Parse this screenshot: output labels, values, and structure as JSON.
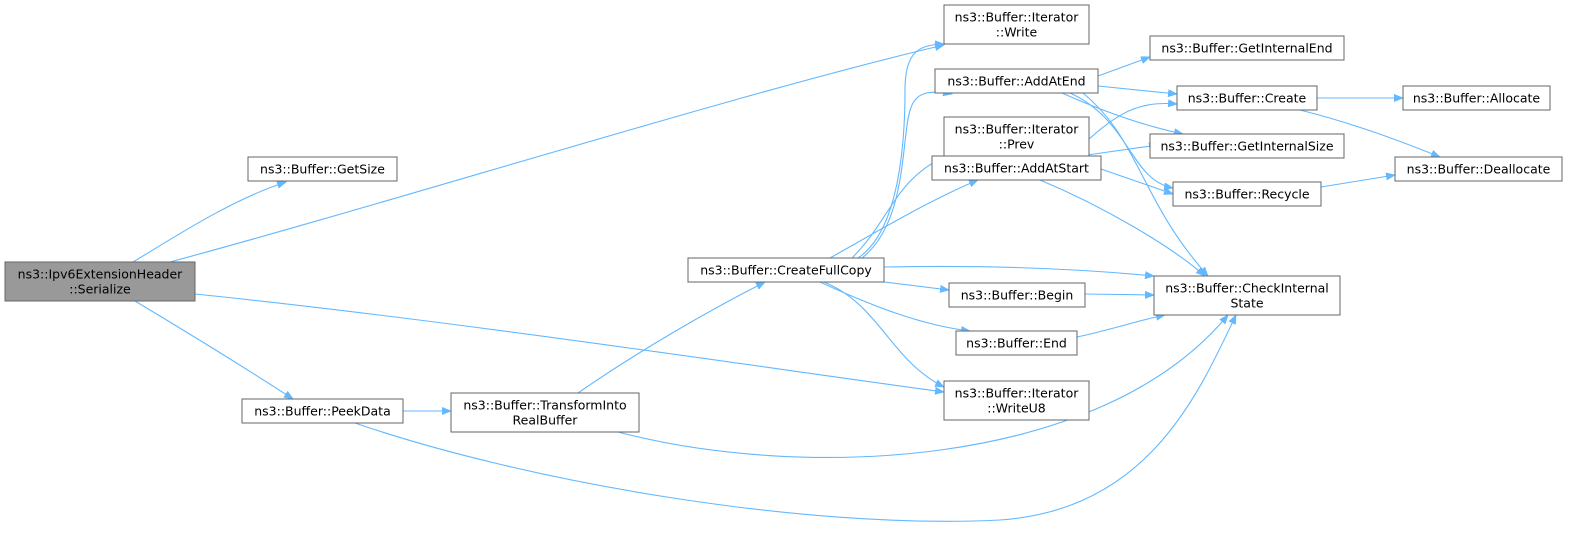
{
  "graph": {
    "edge_color": "#63b8ff",
    "node_border": "#666666",
    "root_fill": "#999999",
    "nodes": [
      {
        "id": "serialize",
        "lines": [
          "ns3::Ipv6ExtensionHeader",
          "::Serialize"
        ],
        "root": true
      },
      {
        "id": "getsize",
        "lines": [
          "ns3::Buffer::GetSize"
        ]
      },
      {
        "id": "peekdata",
        "lines": [
          "ns3::Buffer::PeekData"
        ]
      },
      {
        "id": "transform",
        "lines": [
          "ns3::Buffer::TransformInto",
          "RealBuffer"
        ]
      },
      {
        "id": "createfullcopy",
        "lines": [
          "ns3::Buffer::CreateFullCopy"
        ]
      },
      {
        "id": "iterwrite",
        "lines": [
          "ns3::Buffer::Iterator",
          "::Write"
        ]
      },
      {
        "id": "addatend",
        "lines": [
          "ns3::Buffer::AddAtEnd"
        ]
      },
      {
        "id": "iterprev",
        "lines": [
          "ns3::Buffer::Iterator",
          "::Prev"
        ]
      },
      {
        "id": "addatstart",
        "lines": [
          "ns3::Buffer::AddAtStart"
        ]
      },
      {
        "id": "begin",
        "lines": [
          "ns3::Buffer::Begin"
        ]
      },
      {
        "id": "end",
        "lines": [
          "ns3::Buffer::End"
        ]
      },
      {
        "id": "iterwriteu8",
        "lines": [
          "ns3::Buffer::Iterator",
          "::WriteU8"
        ]
      },
      {
        "id": "getinternalend",
        "lines": [
          "ns3::Buffer::GetInternalEnd"
        ]
      },
      {
        "id": "create",
        "lines": [
          "ns3::Buffer::Create"
        ]
      },
      {
        "id": "getinternalsize",
        "lines": [
          "ns3::Buffer::GetInternalSize"
        ]
      },
      {
        "id": "recycle",
        "lines": [
          "ns3::Buffer::Recycle"
        ]
      },
      {
        "id": "checkinternal",
        "lines": [
          "ns3::Buffer::CheckInternal",
          "State"
        ]
      },
      {
        "id": "allocate",
        "lines": [
          "ns3::Buffer::Allocate"
        ]
      },
      {
        "id": "deallocate",
        "lines": [
          "ns3::Buffer::Deallocate"
        ]
      }
    ],
    "edges": [
      {
        "from": "serialize",
        "to": "getsize"
      },
      {
        "from": "serialize",
        "to": "iterwrite"
      },
      {
        "from": "serialize",
        "to": "peekdata"
      },
      {
        "from": "serialize",
        "to": "iterwriteu8"
      },
      {
        "from": "peekdata",
        "to": "transform"
      },
      {
        "from": "peekdata",
        "to": "checkinternal"
      },
      {
        "from": "transform",
        "to": "createfullcopy"
      },
      {
        "from": "transform",
        "to": "checkinternal"
      },
      {
        "from": "createfullcopy",
        "to": "iterwrite"
      },
      {
        "from": "createfullcopy",
        "to": "addatend"
      },
      {
        "from": "createfullcopy",
        "to": "iterprev"
      },
      {
        "from": "createfullcopy",
        "to": "addatstart"
      },
      {
        "from": "createfullcopy",
        "to": "begin"
      },
      {
        "from": "createfullcopy",
        "to": "end"
      },
      {
        "from": "createfullcopy",
        "to": "iterwriteu8"
      },
      {
        "from": "createfullcopy",
        "to": "checkinternal"
      },
      {
        "from": "addatend",
        "to": "getinternalend"
      },
      {
        "from": "addatend",
        "to": "create"
      },
      {
        "from": "addatend",
        "to": "getinternalsize"
      },
      {
        "from": "addatend",
        "to": "recycle"
      },
      {
        "from": "addatend",
        "to": "checkinternal"
      },
      {
        "from": "addatstart",
        "to": "create"
      },
      {
        "from": "addatstart",
        "to": "getinternalsize"
      },
      {
        "from": "addatstart",
        "to": "recycle"
      },
      {
        "from": "addatstart",
        "to": "checkinternal"
      },
      {
        "from": "begin",
        "to": "checkinternal"
      },
      {
        "from": "end",
        "to": "checkinternal"
      },
      {
        "from": "create",
        "to": "allocate"
      },
      {
        "from": "create",
        "to": "deallocate"
      },
      {
        "from": "recycle",
        "to": "deallocate"
      }
    ]
  }
}
